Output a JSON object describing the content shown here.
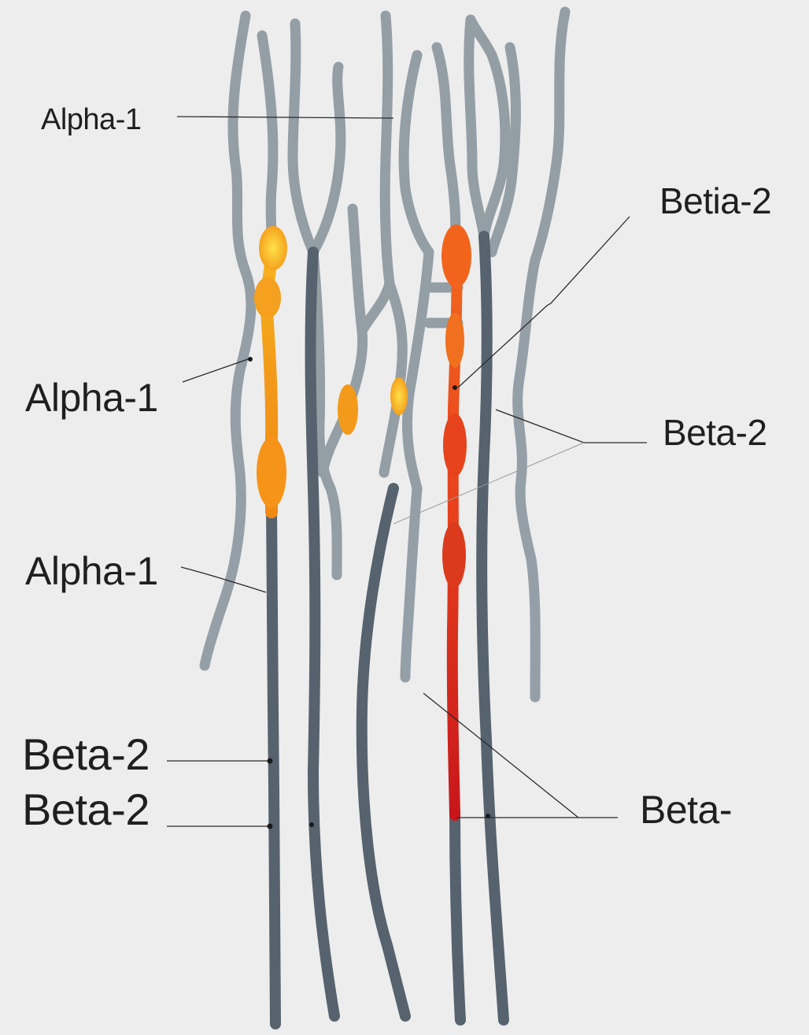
{
  "labels": {
    "alpha_1_top": "Alpha-1",
    "alpha_1_middle": "Alpha-1",
    "alpha_1_lower": "Alpha-1",
    "beta_2_right_top": "Betia-2",
    "beta_2_right_middle": "Beta-2",
    "beta_2_left_a": "Beta-2",
    "beta_2_left_b": "Beta-2",
    "beta_right_bottom": "Beta-"
  },
  "colors": {
    "background": "#ededed",
    "vessel_light": "#8b969e",
    "vessel_dark": "#4f5d68",
    "alpha_highlight": "#f4a020",
    "alpha_core": "#ffd23a",
    "beta_highlight": "#e04a1c",
    "beta_deep": "#c8161b",
    "label_text": "#1f1f1f"
  }
}
